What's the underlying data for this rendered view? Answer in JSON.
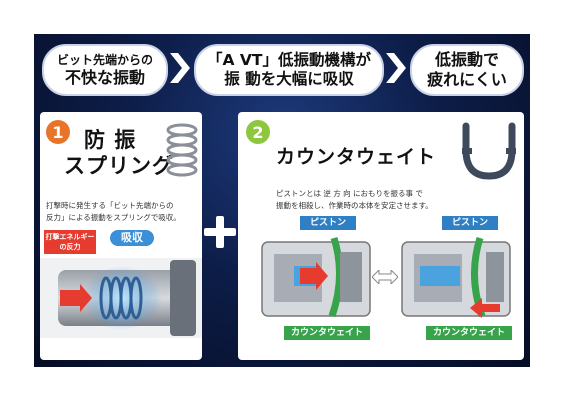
{
  "flow": [
    {
      "line1": "ビット先端からの",
      "line2": "不快な振動"
    },
    {
      "line1": "「A VT」低振動機構が",
      "line2": "振 動を大幅に吸収"
    },
    {
      "line1": "低振動で",
      "line2": "疲れにくい"
    }
  ],
  "panel1": {
    "number": "1",
    "title_line1": "防 振",
    "title_line2": "スプリング",
    "desc_line1": "打撃時に発生する「ビット先端からの",
    "desc_line2": "反力」による振動をスプリングで吸収。",
    "label_force": "打撃エネルギーの反力",
    "label_absorb": "吸収"
  },
  "panel2": {
    "number": "2",
    "title": "カウンタウェイト",
    "desc_line1": "ピストンとは 逆 方 向 におもりを振る事 で",
    "desc_line2": "振動を相殺し、作業時の本体を安定させます。",
    "piston_label": "ピストン",
    "counterweight_label": "カウンタウェイト"
  },
  "colors": {
    "accent_orange": "#e8742a",
    "accent_green": "#8dc63f",
    "piston_blue": "#2f7fc4",
    "counterweight_green": "#37a34a",
    "absorb_blue": "#3a8fd6",
    "force_red": "#e53c2f"
  }
}
